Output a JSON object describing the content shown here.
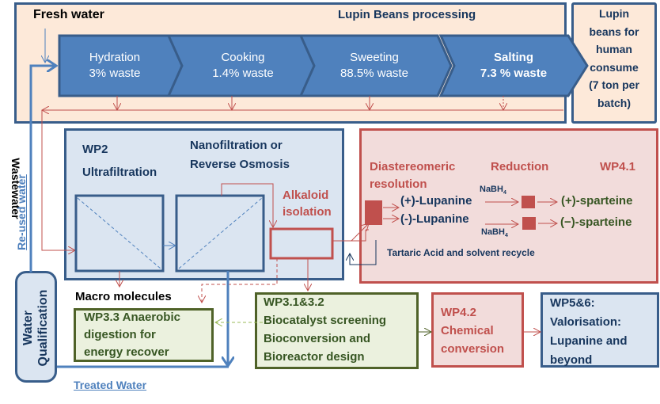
{
  "diagram": {
    "fresh_water": "Fresh water",
    "lupin_processing_title": "Lupin Beans processing",
    "steps": [
      {
        "name": "Hydration",
        "waste": "3% waste"
      },
      {
        "name": "Cooking",
        "waste": "1.4% waste"
      },
      {
        "name": "Sweeting",
        "waste": "88.5% waste"
      },
      {
        "name": "Salting",
        "waste": "7.3 % waste"
      }
    ],
    "consume_box": [
      "Lupin",
      "beans for",
      "human",
      "consume",
      "(7 ton per",
      "batch)"
    ],
    "wastewater": "Wastewater",
    "reused_water": "Re-used water",
    "water_qualification": [
      "Water",
      "Qualification"
    ],
    "treated_water": "Treated Water",
    "wp2": {
      "title_line1": "WP2",
      "title_line2": "Ultrafiltration",
      "nano_line1": "Nanofiltration or",
      "nano_line2": "Reverse  Osmosis",
      "alkaloid_line1": "Alkaloid",
      "alkaloid_line2": "isolation"
    },
    "wp41": {
      "diastereomeric_line1": "Diastereomeric",
      "diastereomeric_line2": "resolution",
      "reduction": "Reduction",
      "title": "WP4.1",
      "plus_lupanine": "(+)-Lupanine",
      "minus_lupanine": "(-)-Lupanine",
      "reagent": "NaBH",
      "reagent_sub": "4",
      "plus_sparteine": "(+)-sparteine",
      "minus_sparteine": "(−)-sparteine",
      "recycle": "Tartaric Acid and solvent recycle"
    },
    "macro_molecules": "Macro molecules",
    "wp33": [
      "WP3.3 Anaerobic",
      "digestion for",
      "energy recover"
    ],
    "wp31": [
      "WP3.1&3.2",
      "Biocatalyst screening",
      "Bioconversion and",
      "Bioreactor design"
    ],
    "wp42": [
      "WP4.2",
      "Chemical",
      "conversion"
    ],
    "wp56": [
      "WP5&6:",
      "Valorisation:",
      "Lupanine and",
      "beyond"
    ]
  },
  "colors": {
    "navy": "#17365d",
    "blue_border": "#385d8a",
    "step_fill": "#4f81bd",
    "red": "#c0504d",
    "green": "#4f6228",
    "peach": "#fde9d9",
    "light_blue": "#dbe5f1",
    "light_red": "#f2dcdb",
    "light_green": "#ebf1de"
  }
}
